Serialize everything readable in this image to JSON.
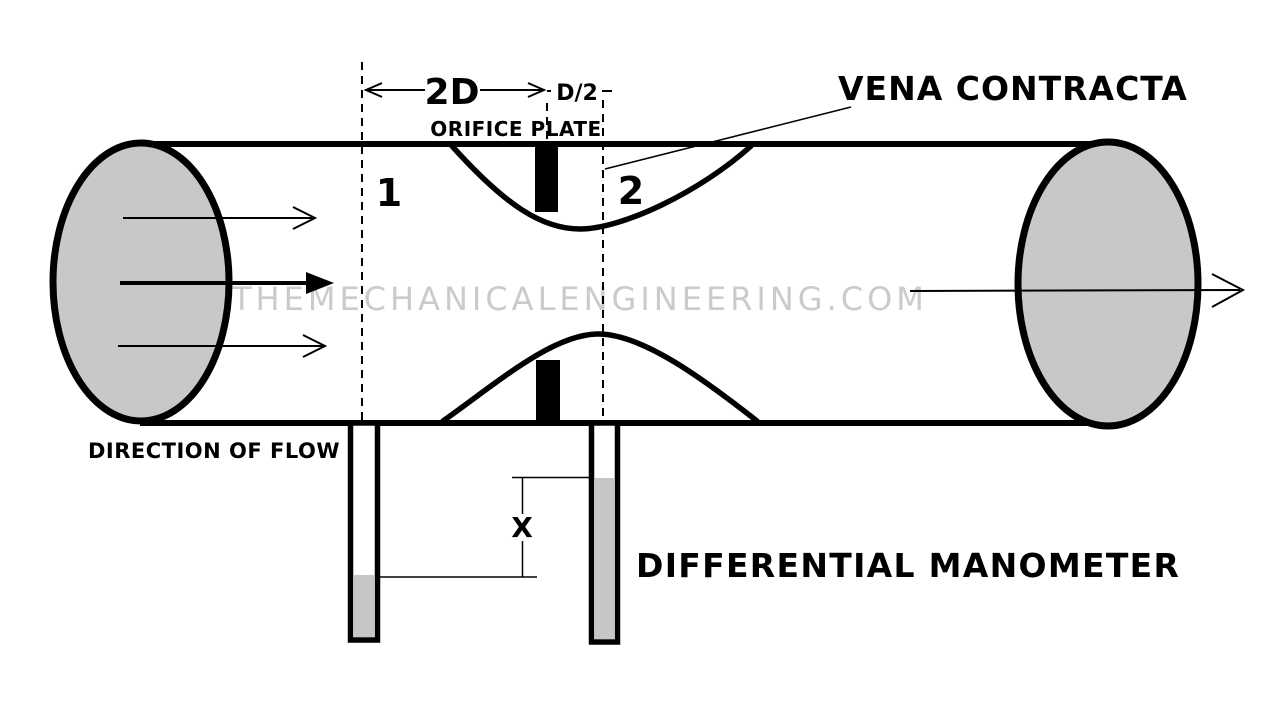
{
  "colors": {
    "ink": "#000000",
    "background": "#ffffff",
    "pipe_fill": "#c8c8c8",
    "fluid_fill": "#c6c6c6",
    "watermark": "#cbcbcb"
  },
  "labels": {
    "dimension_upstream": "2D",
    "dimension_downstream": "D/2",
    "orifice_plate": "ORIFICE PLATE",
    "vena_contracta": "VENA CONTRACTA",
    "section_1": "1",
    "section_2": "2",
    "direction_of_flow": "DIRECTION OF FLOW",
    "manometer_reading": "X",
    "differential_manometer": "DIFFERENTIAL MANOMETER",
    "watermark": "THEMECHANICALENGINEERING.COM"
  }
}
